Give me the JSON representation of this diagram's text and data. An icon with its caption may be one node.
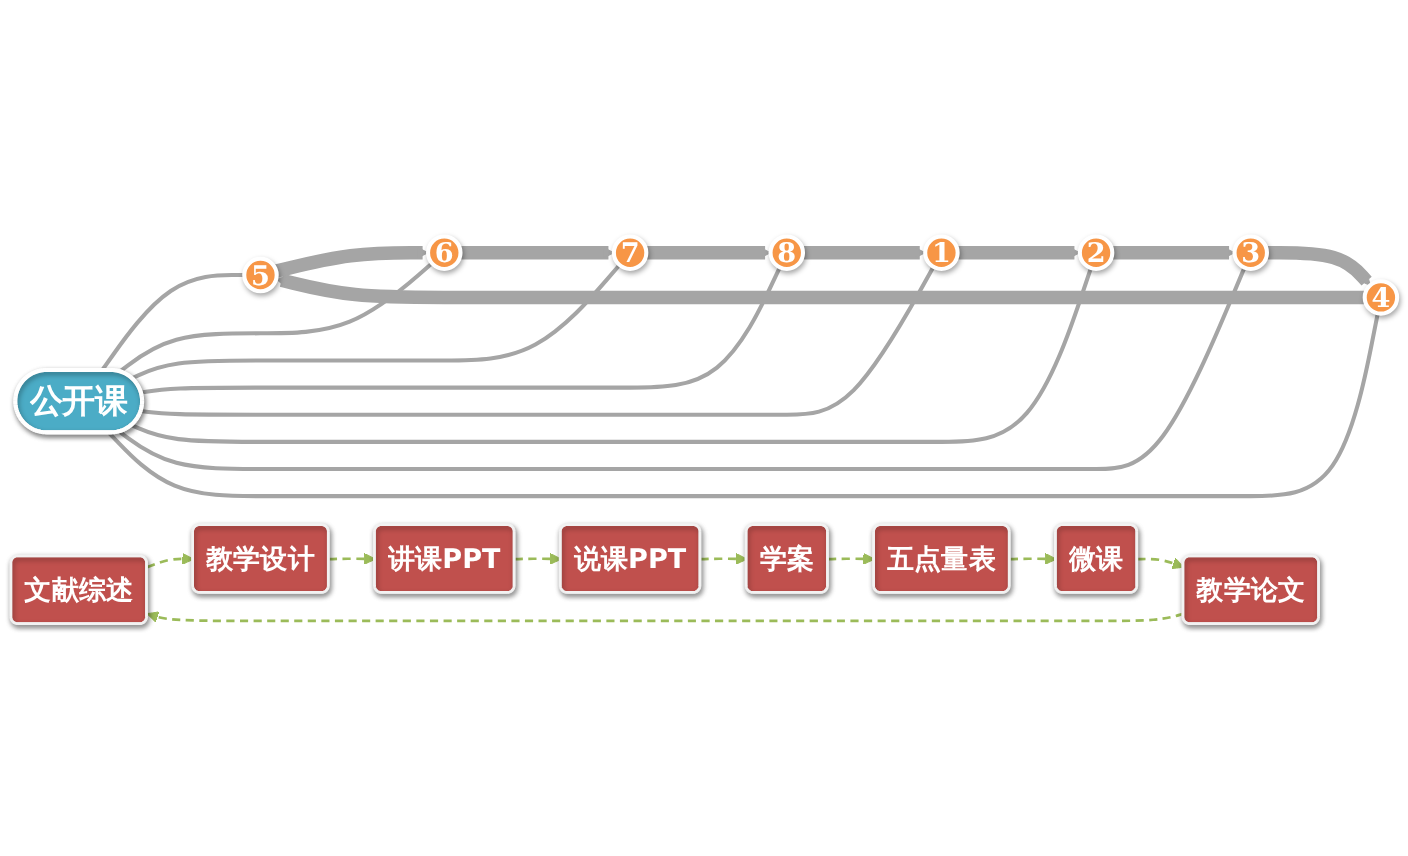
{
  "diagram": {
    "nodes": [
      {
        "text": [
          "公开课"
        ]
      },
      {
        "text": [
          "1"
        ]
      },
      {
        "text": [
          "2"
        ]
      },
      {
        "text": [
          "3"
        ]
      },
      {
        "text": [
          "4"
        ]
      },
      {
        "text": [
          "5"
        ]
      },
      {
        "text": [
          "6"
        ]
      },
      {
        "text": [
          "7"
        ]
      },
      {
        "text": [
          "8"
        ]
      },
      {
        "text": [
          "文献综述"
        ]
      },
      {
        "text": [
          "教学设计"
        ]
      },
      {
        "text": [
          "讲课PPT"
        ]
      },
      {
        "text": [
          "说课PPT"
        ]
      },
      {
        "text": [
          "学案"
        ]
      },
      {
        "text": [
          "五点量表"
        ]
      },
      {
        "text": [
          "微课"
        ]
      },
      {
        "text": [
          "教学论文"
        ]
      }
    ],
    "edges": [
      {
        "from": 1,
        "to": 0,
        "arrow": "none"
      },
      {
        "from": 2,
        "to": 0,
        "arrow": "none"
      },
      {
        "from": 3,
        "to": 0,
        "arrow": "none"
      },
      {
        "from": 4,
        "to": 0,
        "arrow": "none"
      },
      {
        "from": 0,
        "to": 5,
        "arrow": "none"
      },
      {
        "from": 0,
        "to": 6,
        "arrow": "none"
      },
      {
        "from": 0,
        "to": 7,
        "arrow": "none"
      },
      {
        "from": 0,
        "to": 8,
        "arrow": "none"
      },
      {
        "from": 1,
        "to": 2,
        "arrow": "to",
        "style": "thick"
      },
      {
        "from": 2,
        "to": 3,
        "arrow": "to",
        "style": "thick"
      },
      {
        "from": 3,
        "to": 4,
        "arrow": "to",
        "style": "thick"
      },
      {
        "from": 4,
        "to": 5,
        "arrow": "to",
        "style": "thick"
      },
      {
        "from": 5,
        "to": 6,
        "arrow": "to",
        "style": "thick"
      },
      {
        "from": 6,
        "to": 7,
        "arrow": "to",
        "style": "thick"
      },
      {
        "from": 7,
        "to": 8,
        "arrow": "to",
        "style": "thick"
      },
      {
        "from": 8,
        "to": 1,
        "arrow": "to",
        "style": "thick"
      },
      {
        "from": 9,
        "to": 10,
        "arrow": "to",
        "style": "dashed",
        "color": "#9bbb59"
      },
      {
        "from": 10,
        "to": 11,
        "arrow": "to",
        "style": "dashed",
        "color": "#9bbb59"
      },
      {
        "from": 11,
        "to": 12,
        "arrow": "to",
        "style": "dashed",
        "color": "#9bbb59"
      },
      {
        "from": 12,
        "to": 13,
        "arrow": "to",
        "style": "dashed",
        "color": "#9bbb59"
      },
      {
        "from": 13,
        "to": 14,
        "arrow": "to",
        "style": "dashed",
        "color": "#9bbb59"
      },
      {
        "from": 14,
        "to": 15,
        "arrow": "to",
        "style": "dashed",
        "color": "#9bbb59"
      },
      {
        "from": 15,
        "to": 16,
        "arrow": "to",
        "style": "dashed",
        "color": "#9bbb59"
      },
      {
        "from": 16,
        "to": 9,
        "arrow": "to",
        "style": "dashed",
        "color": "#9bbb59"
      }
    ]
  }
}
